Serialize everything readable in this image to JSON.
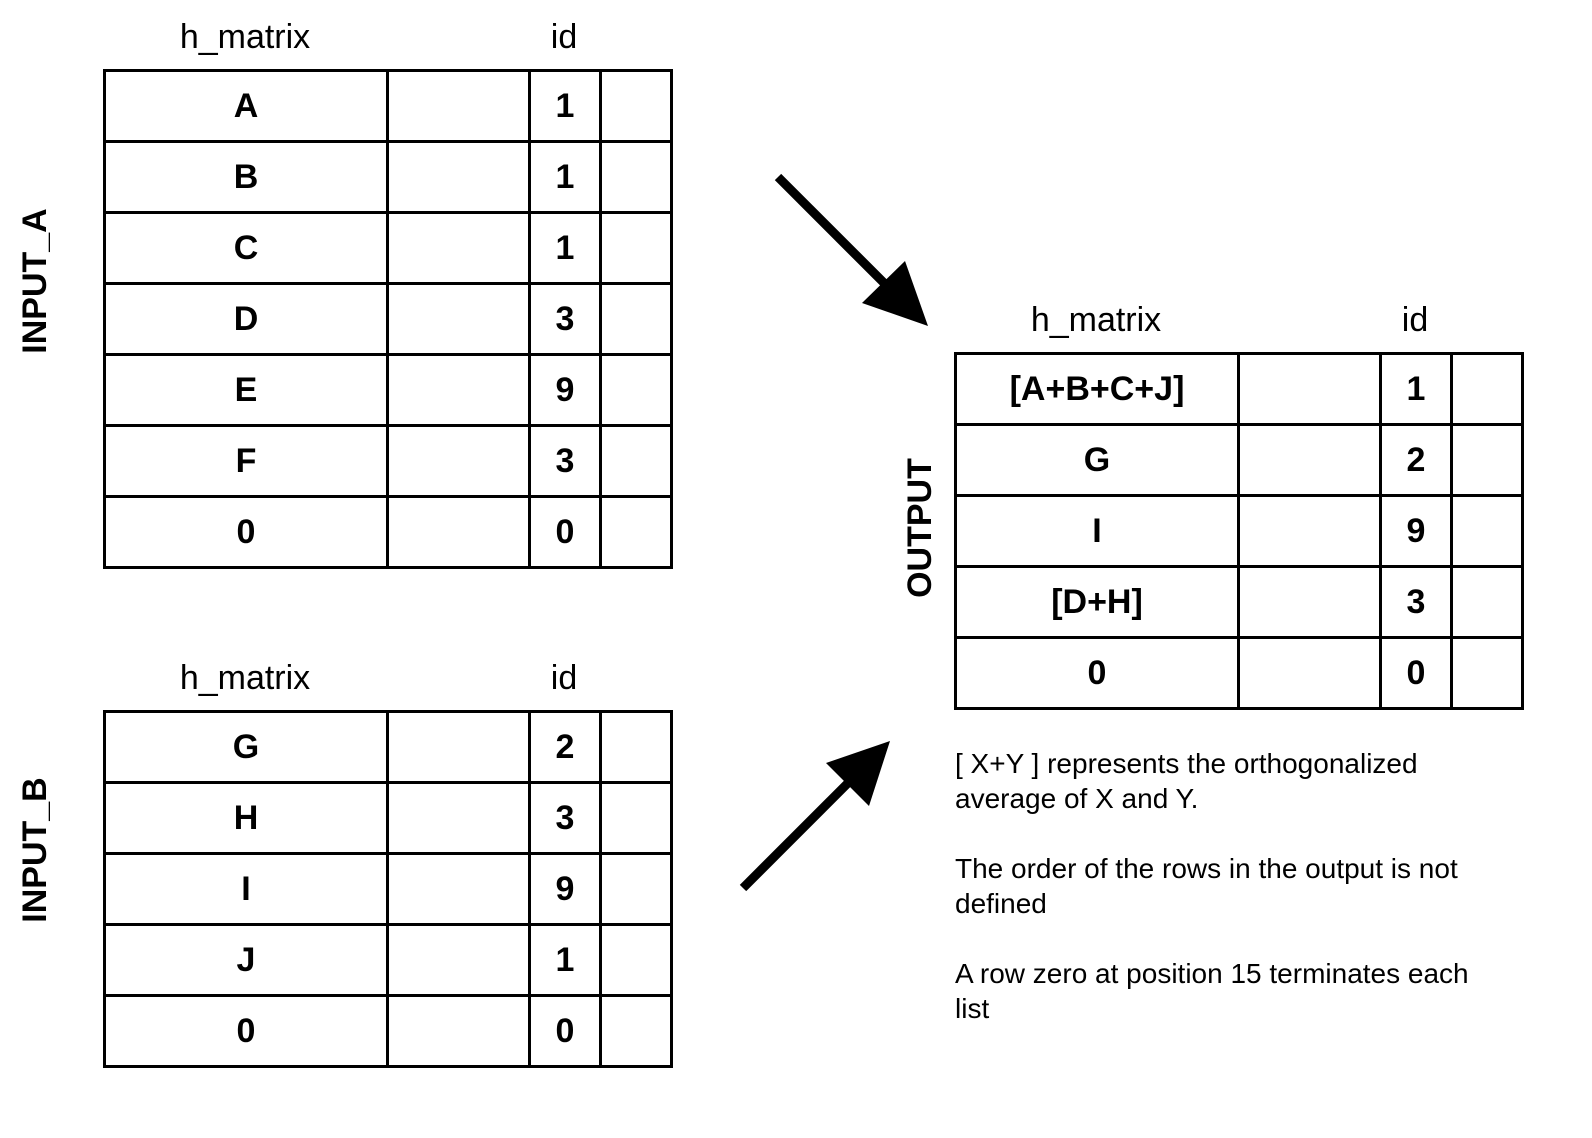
{
  "input_a": {
    "label": "INPUT_A",
    "col_h_matrix": "h_matrix",
    "col_id": "id",
    "rows": [
      {
        "h": "A",
        "id": "1"
      },
      {
        "h": "B",
        "id": "1"
      },
      {
        "h": "C",
        "id": "1"
      },
      {
        "h": "D",
        "id": "3"
      },
      {
        "h": "E",
        "id": "9"
      },
      {
        "h": "F",
        "id": "3"
      },
      {
        "h": "0",
        "id": "0"
      }
    ]
  },
  "input_b": {
    "label": "INPUT_B",
    "col_h_matrix": "h_matrix",
    "col_id": "id",
    "rows": [
      {
        "h": "G",
        "id": "2"
      },
      {
        "h": "H",
        "id": "3"
      },
      {
        "h": "I",
        "id": "9"
      },
      {
        "h": "J",
        "id": "1"
      },
      {
        "h": "0",
        "id": "0"
      }
    ]
  },
  "output": {
    "label": "OUTPUT",
    "col_h_matrix": "h_matrix",
    "col_id": "id",
    "rows": [
      {
        "h": "[A+B+C+J]",
        "id": "1"
      },
      {
        "h": "G",
        "id": "2"
      },
      {
        "h": "I",
        "id": "9"
      },
      {
        "h": "[D+H]",
        "id": "3"
      },
      {
        "h": "0",
        "id": "0"
      }
    ]
  },
  "notes": [
    "[ X+Y ] represents the orthogonalized average of X and Y.",
    "The order of the rows in the output is not defined",
    "A row zero at position 15 terminates each list"
  ]
}
